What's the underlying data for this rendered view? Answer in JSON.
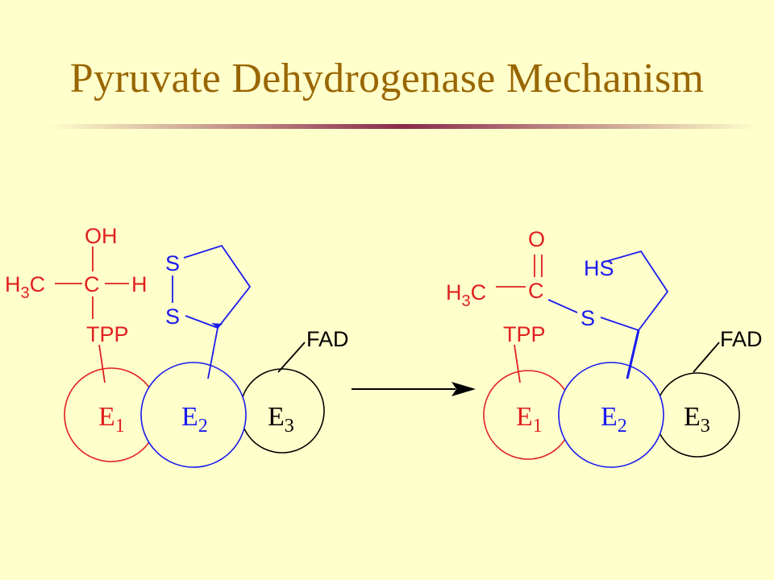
{
  "title": "Pyruvate Dehydrogenase Mechanism",
  "colors": {
    "background": "#ffffcc",
    "title": "#996600",
    "red": "#e02020",
    "blue": "#1a1aee",
    "black": "#000000",
    "rule": "#8a2a4a"
  },
  "left_structure": {
    "oh": "OH",
    "h3_h": "H",
    "h3_sub": "3",
    "h3_c": "C",
    "center_c": "C",
    "right_h": "H",
    "tpp": "TPP",
    "ring_s1": "S",
    "ring_s2": "S",
    "fad": "FAD",
    "e1": "E",
    "e1_sub": "1",
    "e2": "E",
    "e2_sub": "2",
    "e3": "E",
    "e3_sub": "3"
  },
  "right_structure": {
    "o": "O",
    "h3_h": "H",
    "h3_sub": "3",
    "h3_c": "C",
    "carbonyl_c": "C",
    "hs": "HS",
    "s": "S",
    "tpp": "TPP",
    "fad": "FAD",
    "e1": "E",
    "e1_sub": "1",
    "e2": "E",
    "e2_sub": "2",
    "e3": "E",
    "e3_sub": "3"
  }
}
